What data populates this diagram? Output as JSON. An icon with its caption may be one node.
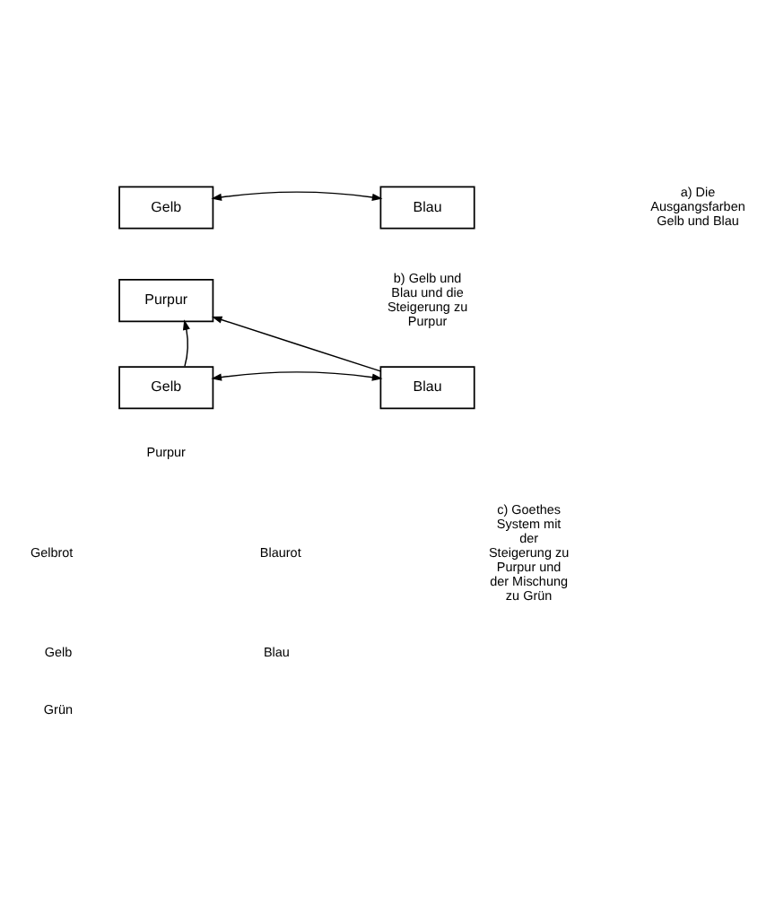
{
  "diagram": {
    "nodes": [
      {
        "text": [
          "Gelb"
        ]
      },
      {
        "text": [
          "Blau"
        ]
      },
      {
        "text": [
          "Purpur"
        ]
      },
      {
        "text": [
          "Gelb"
        ]
      },
      {
        "text": [
          "Blau"
        ]
      }
    ],
    "edges": [
      {
        "from": 0,
        "to": 1,
        "arrow": "both"
      },
      {
        "from": 3,
        "to": 2,
        "arrow": "to"
      },
      {
        "from": 4,
        "to": 2,
        "arrow": "to"
      },
      {
        "from": 3,
        "to": 4,
        "arrow": "both"
      }
    ],
    "labels": [
      "a) Die Ausgangsfarben Gelb und Blau",
      "b) Gelb und Blau und die Steigerung zu Purpur",
      "Purpur",
      "Gelbrot",
      "Gelb",
      "Blaurot",
      "Blau",
      "Grün",
      "c) Goethes System mit der Steigerung zu Purpur und der Mischung zu Grün"
    ]
  }
}
